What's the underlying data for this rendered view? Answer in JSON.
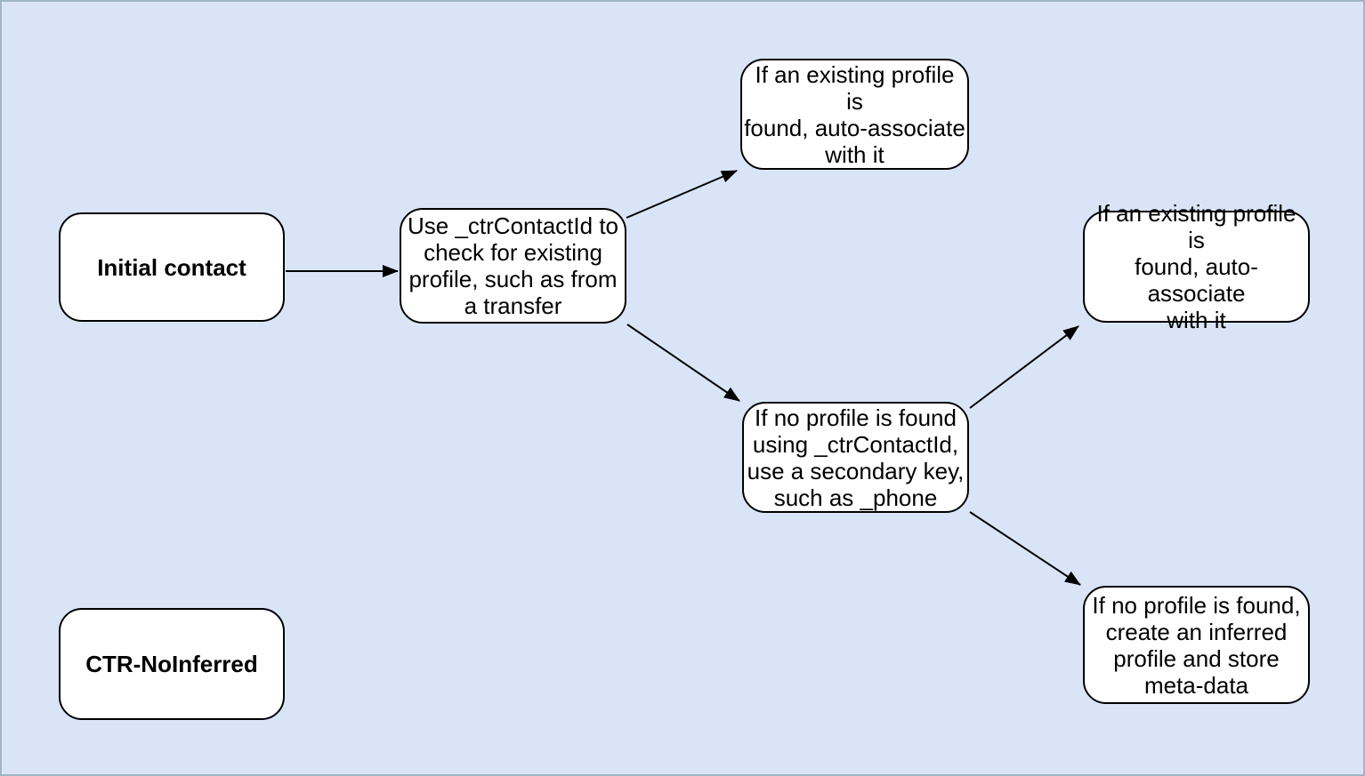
{
  "diagram": {
    "type": "flowchart",
    "colors": {
      "canvas_background": "#d9e5f7",
      "canvas_border": "#a2b5c8",
      "node_fill": "#ffffff",
      "node_border": "#000000",
      "arrow": "#000000",
      "text": "#000000"
    },
    "nodes": {
      "initial_contact": {
        "label": "Initial contact",
        "emphasis": "bold"
      },
      "check_profile": {
        "label": "Use _ctrContactId to\ncheck for existing\nprofile, such as from\na transfer",
        "emphasis": "normal"
      },
      "existing_profile_top": {
        "label": "If an existing profile is\nfound, auto-associate\nwith it",
        "emphasis": "normal"
      },
      "no_profile_secondary": {
        "label": "If no profile is found\nusing _ctrContactId,\nuse a secondary key,\nsuch as _phone",
        "emphasis": "normal"
      },
      "existing_profile_right": {
        "label": "If an existing profile is\nfound, auto-associate\nwith it",
        "emphasis": "normal"
      },
      "create_inferred_profile": {
        "label": "If no profile is found,\ncreate an inferred\nprofile and store\nmeta-data",
        "emphasis": "normal"
      },
      "ctr_noinferred": {
        "label": "CTR-NoInferred",
        "emphasis": "bold"
      }
    },
    "edges": [
      {
        "from": "initial_contact",
        "to": "check_profile"
      },
      {
        "from": "check_profile",
        "to": "existing_profile_top"
      },
      {
        "from": "check_profile",
        "to": "no_profile_secondary"
      },
      {
        "from": "no_profile_secondary",
        "to": "existing_profile_right"
      },
      {
        "from": "no_profile_secondary",
        "to": "create_inferred_profile"
      }
    ]
  }
}
